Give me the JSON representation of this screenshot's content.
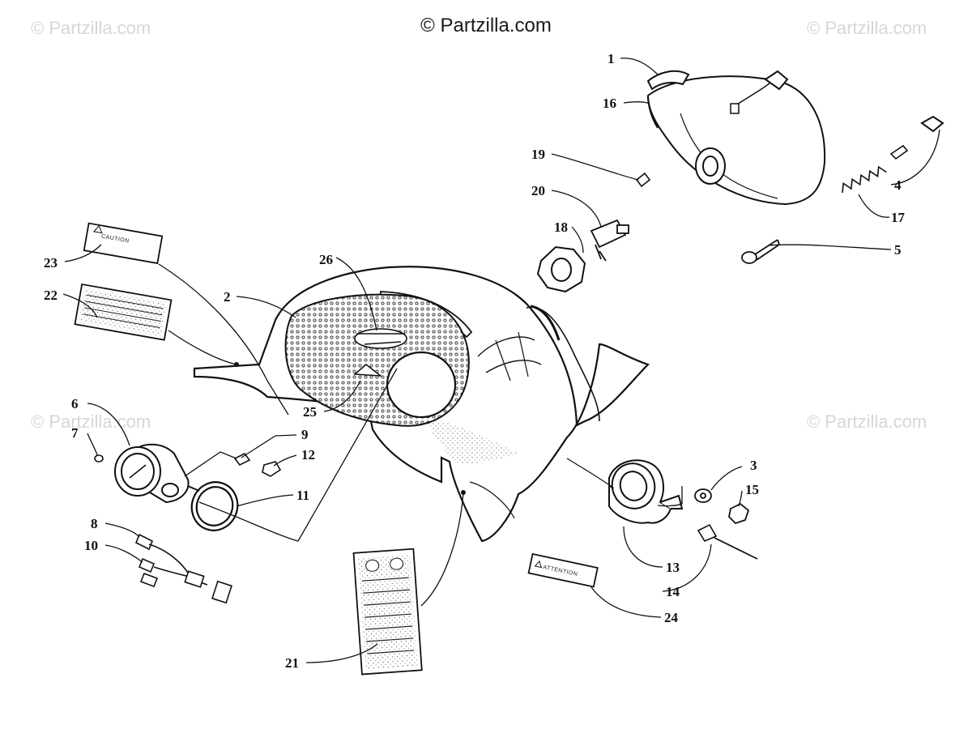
{
  "header": {
    "title": "© Partzilla.com"
  },
  "watermarks": [
    "© Partzilla.com",
    "© Partzilla.com",
    "© Partzilla.com",
    "© Partzilla.com"
  ],
  "decals": {
    "caution": "CAUTION",
    "attention": "ATTENTION"
  },
  "callouts": [
    "1",
    "2",
    "3",
    "4",
    "5",
    "6",
    "7",
    "8",
    "9",
    "10",
    "11",
    "12",
    "13",
    "14",
    "15",
    "16",
    "17",
    "18",
    "19",
    "20",
    "21",
    "22",
    "23",
    "24",
    "25",
    "26"
  ]
}
